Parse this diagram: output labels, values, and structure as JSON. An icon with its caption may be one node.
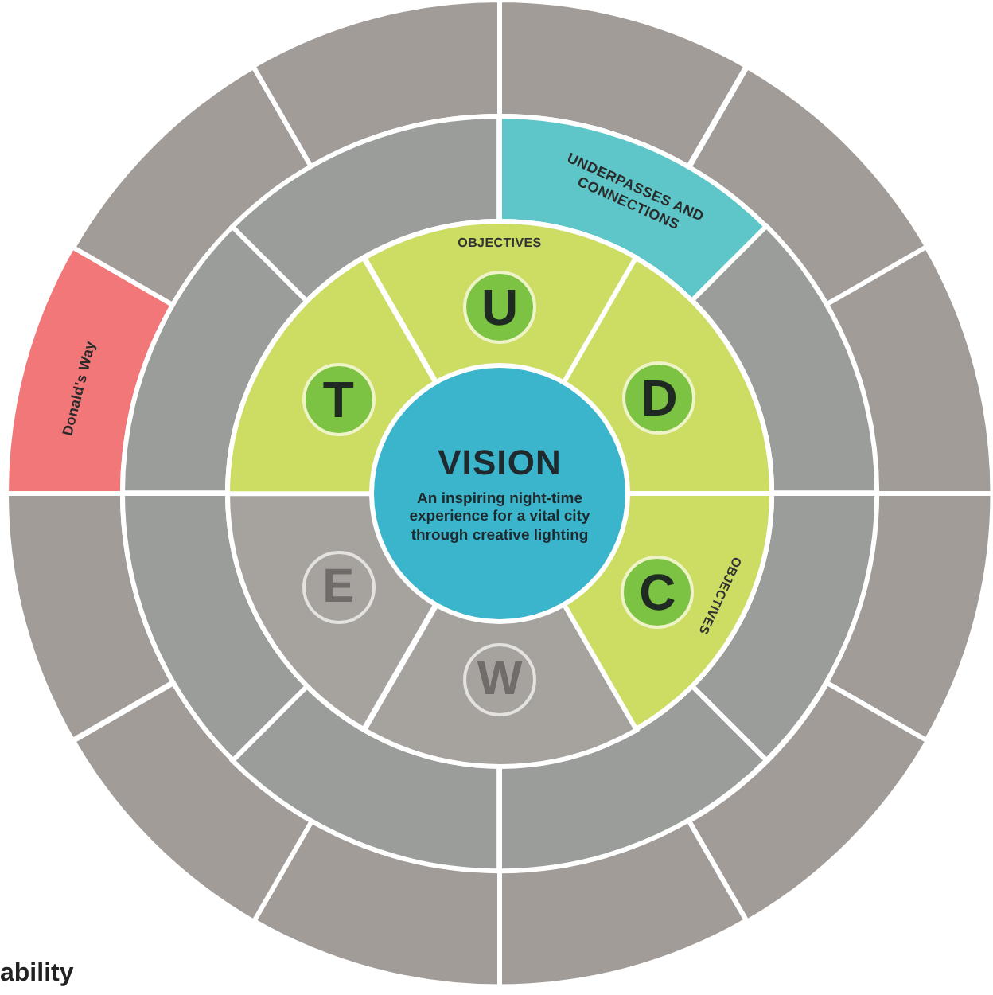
{
  "diagram": {
    "nodes": [
      {
        "text": [],
        "shape": "segment"
      },
      {
        "text": [],
        "shape": "segment"
      },
      {
        "text": [],
        "shape": "segment"
      },
      {
        "text": [],
        "shape": "segment"
      },
      {
        "text": [],
        "shape": "segment"
      },
      {
        "text": [],
        "shape": "segment"
      },
      {
        "text": [],
        "shape": "segment"
      },
      {
        "text": [],
        "shape": "segment"
      },
      {
        "text": [],
        "shape": "segment"
      },
      {
        "text": [
          "Donald's Way"
        ]
      },
      {
        "text": [],
        "shape": "segment"
      },
      {
        "text": [],
        "shape": "segment"
      },
      {
        "text": [
          "UNDERPASSES AND CONNECTIONS"
        ]
      },
      {
        "text": [],
        "shape": "segment"
      },
      {
        "text": [],
        "shape": "segment"
      },
      {
        "text": [],
        "shape": "segment"
      },
      {
        "text": [],
        "shape": "segment"
      },
      {
        "text": [],
        "shape": "segment"
      },
      {
        "text": [],
        "shape": "segment"
      },
      {
        "text": [],
        "shape": "segment"
      },
      {
        "text": [
          "OBJECTIVES",
          "U"
        ]
      },
      {
        "text": [
          "D"
        ]
      },
      {
        "text": [
          "C",
          "OBJECTIVES"
        ]
      },
      {
        "text": [
          "W"
        ]
      },
      {
        "text": [
          "E"
        ]
      },
      {
        "text": [
          "T"
        ]
      },
      {
        "text": [
          "VISION",
          "An inspiring night-time experience for a vital city through creative lighting"
        ]
      }
    ],
    "labels": [
      "ability"
    ]
  }
}
